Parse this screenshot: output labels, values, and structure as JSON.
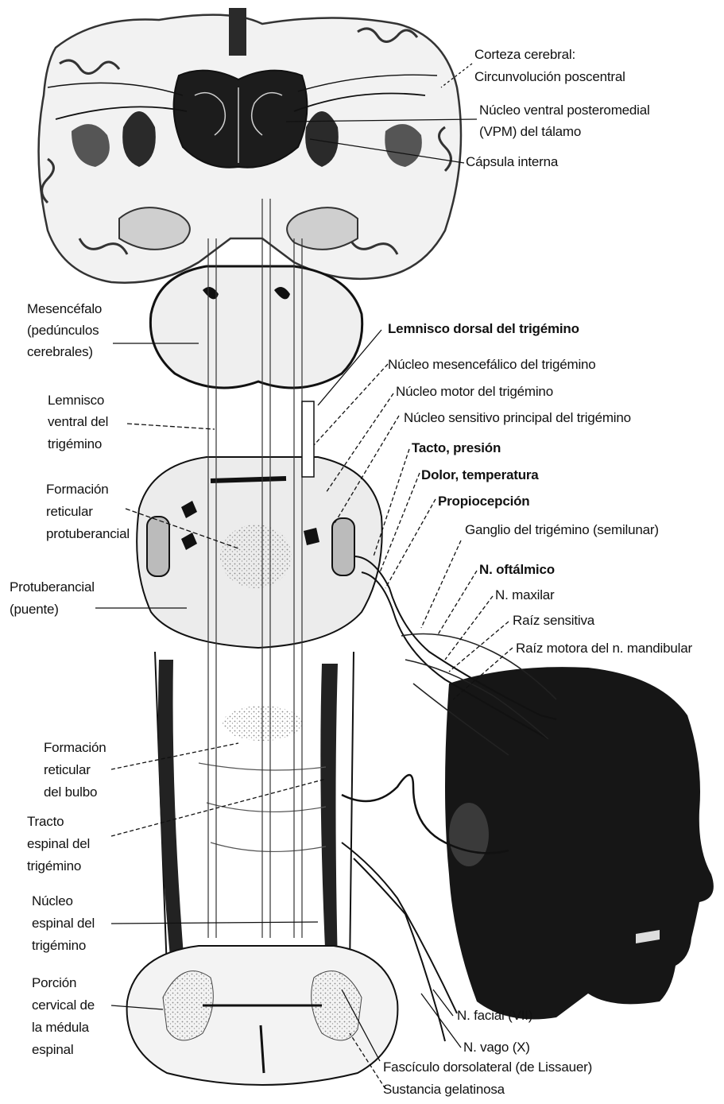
{
  "labels": {
    "corteza_1": "Corteza cerebral:",
    "corteza_2": "Circunvolución poscentral",
    "vpm_1": "Núcleo ventral posteromedial",
    "vpm_2": "(VPM) del tálamo",
    "capsula": "Cápsula interna",
    "mesencefalo_1": "Mesencéfalo",
    "mesencefalo_2": "(pedúnculos",
    "mesencefalo_3": "cerebrales)",
    "lemnisco_dorsal": "Lemnisco dorsal del trigémino",
    "nucleo_mesencefalico": "Núcleo mesencefálico del trigémino",
    "nucleo_motor": "Núcleo motor del trigémino",
    "lemnisco_ventral_1": "Lemnisco",
    "lemnisco_ventral_2": "ventral del",
    "lemnisco_ventral_3": "trigémino",
    "nucleo_sensitivo": "Núcleo sensitivo principal del trigémino",
    "tacto": "Tacto, presión",
    "dolor": "Dolor, temperatura",
    "propiocepcion": "Propiocepción",
    "formacion_prot_1": "Formación",
    "formacion_prot_2": "reticular",
    "formacion_prot_3": "protuberancial",
    "ganglio": "Ganglio del trigémino (semilunar)",
    "oftalmico": "N. oftálmico",
    "protuberancia_1": "Protuberancial",
    "protuberancia_2": "(puente)",
    "maxilar": "N. maxilar",
    "raiz_sensitiva": "Raíz sensitiva",
    "raiz_motora": "Raíz motora del n. mandibular",
    "formacion_bulbo_1": "Formación",
    "formacion_bulbo_2": "reticular",
    "formacion_bulbo_3": "del bulbo",
    "tracto_1": "Tracto",
    "tracto_2": "espinal del",
    "tracto_3": "trigémino",
    "nucleo_espinal_1": "Núcleo",
    "nucleo_espinal_2": "espinal del",
    "nucleo_espinal_3": "trigémino",
    "porcion_1": "Porción",
    "porcion_2": "cervical de",
    "porcion_3": "la médula",
    "porcion_4": "espinal",
    "facial": "N. facial (VII)",
    "vago": "N. vago (X)",
    "fasciculo": "Fascículo dorsolateral (de Lissauer)",
    "sustancia": "Sustancia gelatinosa"
  },
  "colors": {
    "ink": "#111111",
    "tissue": "#e9e9e9",
    "stipple": "#9a9a9a",
    "head": "#161616"
  }
}
